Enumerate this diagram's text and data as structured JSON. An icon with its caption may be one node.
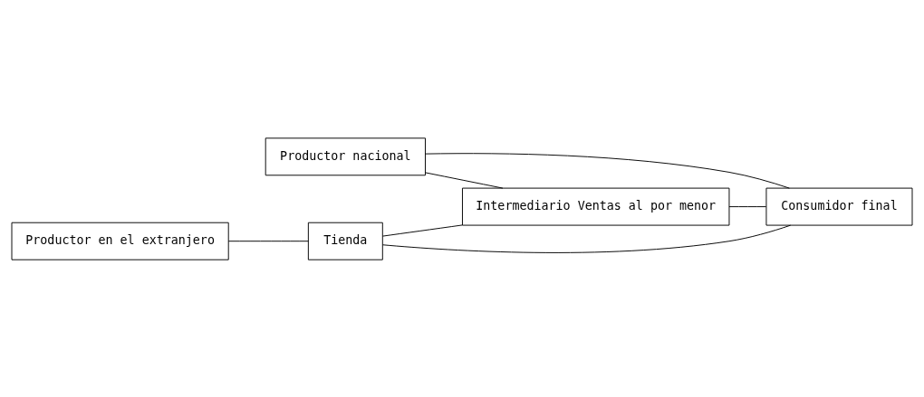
{
  "diagram": {
    "nodes": [
      {
        "text": [
          "Productor nacional"
        ]
      },
      {
        "text": [
          "Tienda"
        ]
      },
      {
        "text": [
          "Intermediario Ventas al por menor"
        ]
      },
      {
        "text": [
          "Consumidor final"
        ]
      },
      {
        "text": [
          "Productor en el extranjero"
        ]
      }
    ],
    "edges": [
      {
        "from": 0,
        "to": 2,
        "arrow": "none"
      },
      {
        "from": 0,
        "to": 3,
        "arrow": "none"
      },
      {
        "from": 1,
        "to": 2,
        "arrow": "none"
      },
      {
        "from": 2,
        "to": 3,
        "arrow": "none"
      },
      {
        "from": 1,
        "to": 3,
        "arrow": "none"
      },
      {
        "from": 4,
        "to": 1,
        "arrow": "none"
      }
    ]
  }
}
